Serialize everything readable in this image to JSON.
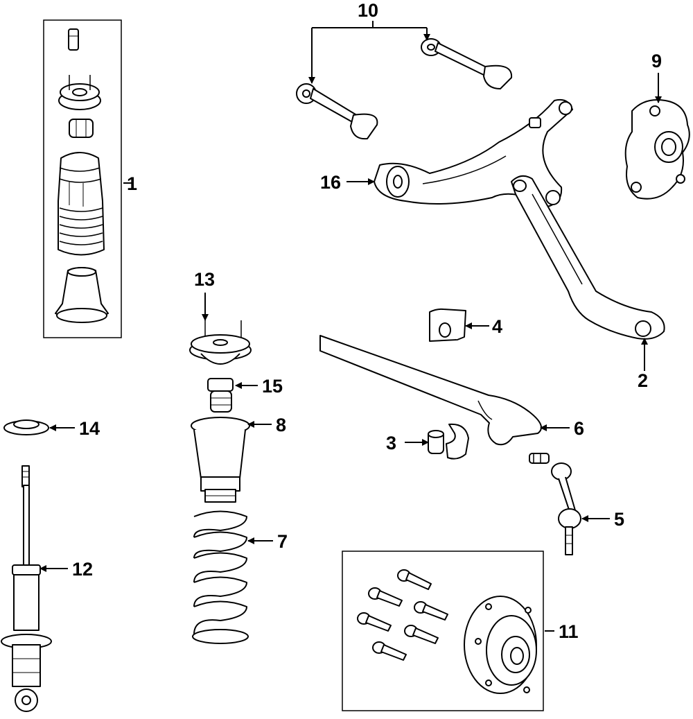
{
  "callouts": {
    "c1": "1",
    "c2": "2",
    "c3": "3",
    "c4": "4",
    "c5": "5",
    "c6": "6",
    "c7": "7",
    "c8": "8",
    "c9": "9",
    "c10": "10",
    "c11": "11",
    "c12": "12",
    "c13": "13",
    "c14": "14",
    "c15": "15",
    "c16": "16"
  }
}
